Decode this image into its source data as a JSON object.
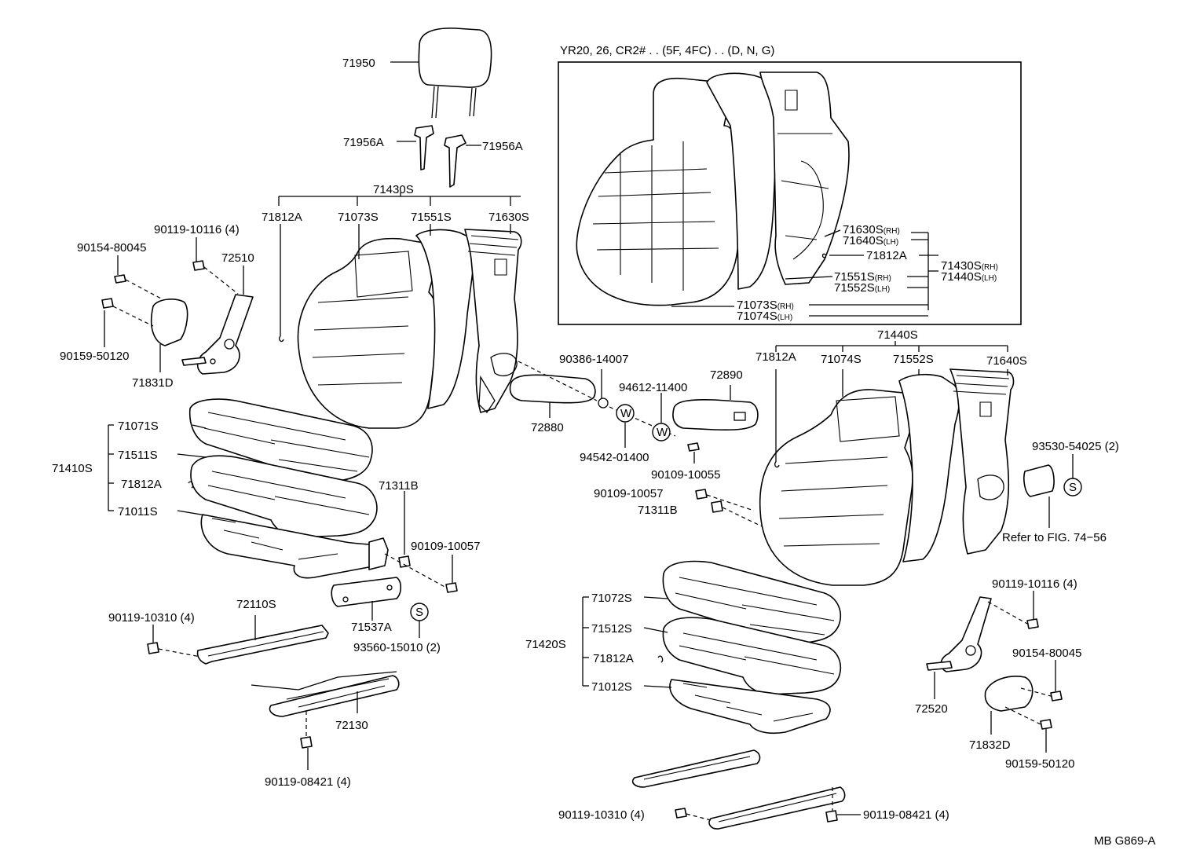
{
  "inset_title": "YR20, 26, CR2# . . (5F, 4FC) . . (D, N, G)",
  "figure_code": "MB G869-A",
  "symbols": {
    "washer": "W",
    "screw_kit": "S"
  },
  "callouts": {
    "p71950": "71950",
    "p71956A_l": "71956A",
    "p71956A_r": "71956A",
    "p71430S": "71430S",
    "p71812A_l": "71812A",
    "p71073S": "71073S",
    "p71551S": "71551S",
    "p71630S": "71630S",
    "p90119_10116_l": "90119-10116 (4)",
    "p90154_80045_l": "90154-80045",
    "p72510": "72510",
    "p90159_50120_l": "90159-50120",
    "p71831D": "71831D",
    "p90386_14007": "90386-14007",
    "p72890": "72890",
    "p94612_11400": "94612-11400",
    "p72880": "72880",
    "p94542_01400": "94542-01400",
    "p90109_10055": "90109-10055",
    "p71071S": "71071S",
    "p71511S": "71511S",
    "p71410S": "71410S",
    "p71812A_seat_l": "71812A",
    "p71011S": "71011S",
    "p71311B_l": "71311B",
    "p90109_10057_l": "90109-10057",
    "p72110S": "72110S",
    "p90119_10310_l": "90119-10310 (4)",
    "p71537A": "71537A",
    "p93560_15010": "93560-15010 (2)",
    "p72130": "72130",
    "p90119_08421_l": "90119-08421 (4)",
    "p71440S": "71440S",
    "p71812A_r": "71812A",
    "p71074S": "71074S",
    "p71552S": "71552S",
    "p71640S": "71640S",
    "p93530_54025": "93530-54025 (2)",
    "refer": "Refer to FIG. 74−56",
    "p90109_10057_r": "90109-10057",
    "p71311B_r": "71311B",
    "p90119_10116_r": "90119-10116 (4)",
    "p90154_80045_r": "90154-80045",
    "p72520": "72520",
    "p71832D": "71832D",
    "p90159_50120_r": "90159-50120",
    "p71072S": "71072S",
    "p71512S": "71512S",
    "p71420S": "71420S",
    "p71812A_seat_r": "71812A",
    "p71012S": "71012S",
    "p90119_10310_r": "90119-10310 (4)",
    "p90119_08421_r": "90119-08421 (4)"
  },
  "inset_callouts": {
    "i71630S": "71630S",
    "i71630S_sub": "(RH)",
    "i71640S": "71640S",
    "i71640S_sub": "(LH)",
    "i71812A": "71812A",
    "i71430S": "71430S",
    "i71430S_sub": "(RH)",
    "i71440S": "71440S",
    "i71440S_sub": "(LH)",
    "i71551S": "71551S",
    "i71551S_sub": "(RH)",
    "i71552S": "71552S",
    "i71552S_sub": "(LH)",
    "i71073S": "71073S",
    "i71073S_sub": "(RH)",
    "i71074S": "71074S",
    "i71074S_sub": "(LH)"
  }
}
